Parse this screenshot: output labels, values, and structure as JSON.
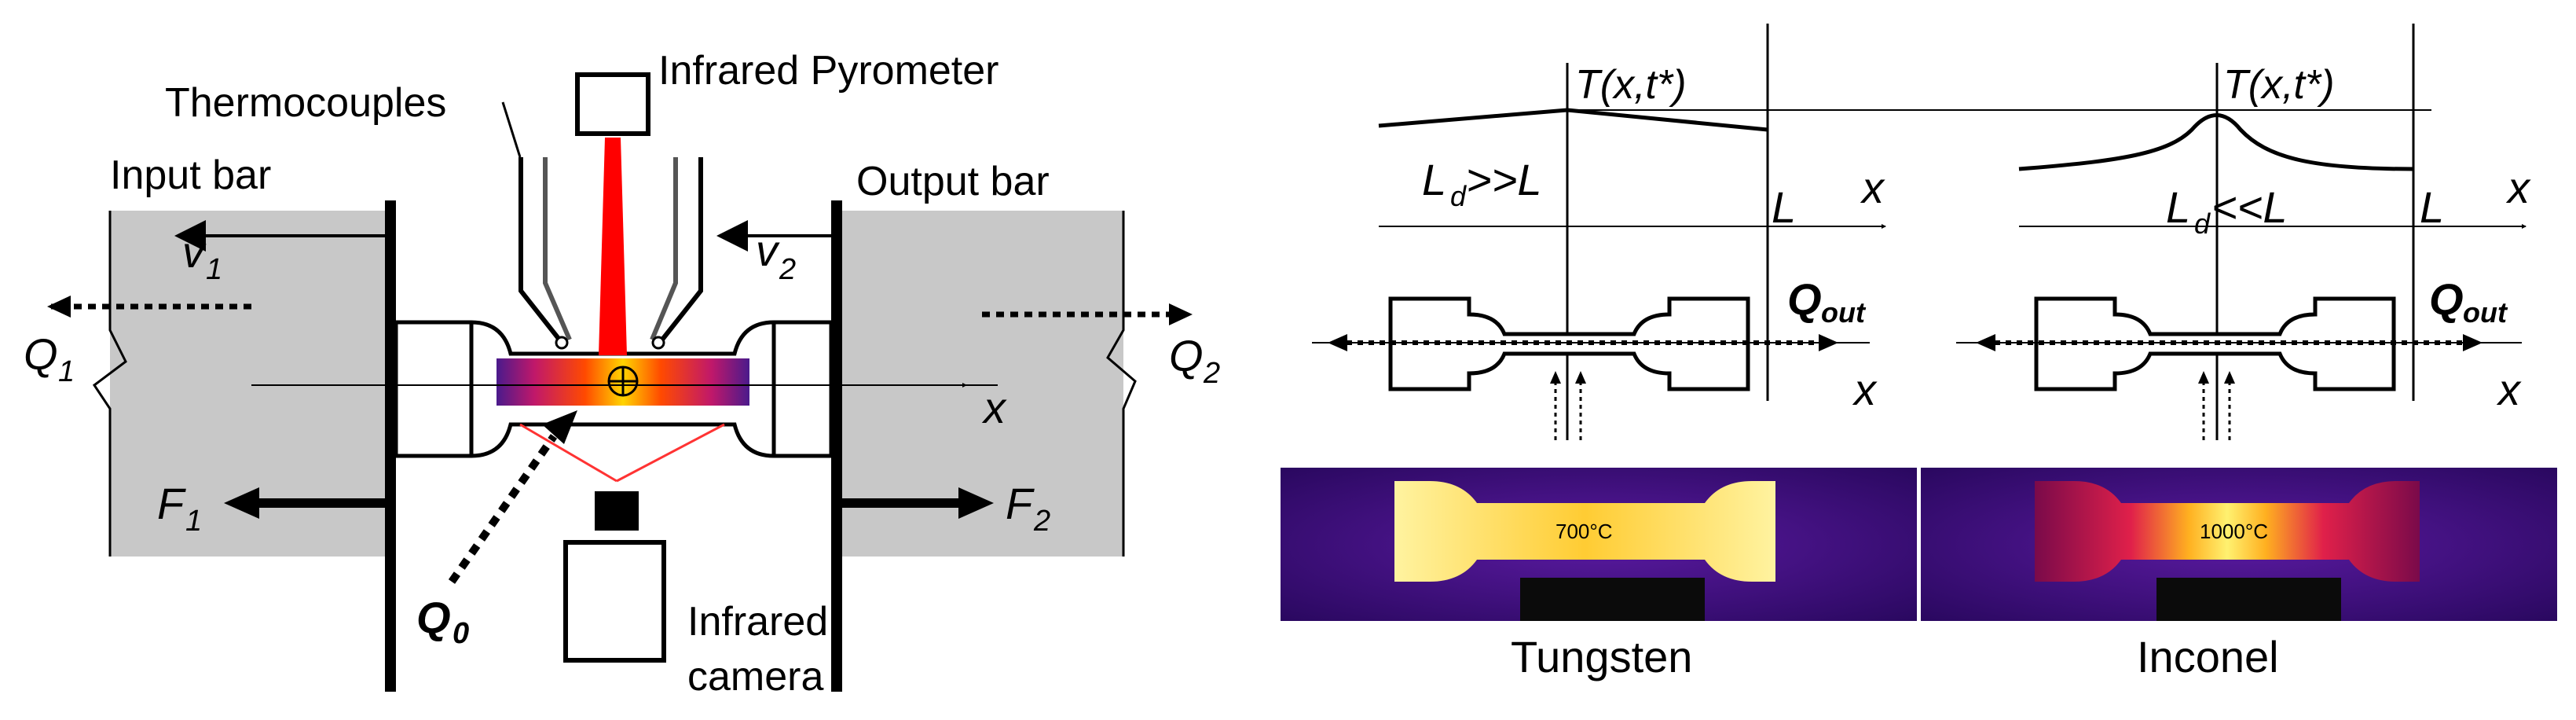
{
  "left_panel": {
    "labels": {
      "infrared_pyrometer": "Infrared Pyrometer",
      "thermocouples": "Thermocouples",
      "input_bar": "Input bar",
      "output_bar": "Output bar",
      "v1": "v",
      "v1_sub": "1",
      "v2": "v",
      "v2_sub": "2",
      "q1": "Q",
      "q1_sub": "1",
      "q2": "Q",
      "q2_sub": "2",
      "f1": "F",
      "f1_sub": "1",
      "f2": "F",
      "f2_sub": "2",
      "x_axis": "x",
      "q0": "Q",
      "q0_sub": "0",
      "infrared_camera_line1": "Infrared",
      "infrared_camera_line2": "camera"
    }
  },
  "right_panel": {
    "tungsten": {
      "profile_label": "T(x,t*)",
      "ld_main": "L",
      "ld_sub": "d",
      "ld_relation": ">>L",
      "length_label": "L",
      "x_label": "x",
      "q_main": "Q",
      "q_sub": "out",
      "specimen_x_label": "x",
      "temperature": "700°C",
      "material": "Tungsten"
    },
    "inconel": {
      "profile_label": "T(x,t*)",
      "ld_main": "L",
      "ld_sub": "d",
      "ld_relation": "<<L",
      "length_label": "L",
      "x_label": "x",
      "q_main": "Q",
      "q_sub": "out",
      "specimen_x_label": "x",
      "temperature": "1000°C",
      "material": "Inconel"
    }
  },
  "colors": {
    "bar_gray": "#c8c8c8",
    "pyrometer_beam": "#ff0000",
    "camera_ray": "#ff3333",
    "thermal_purple": "#3b0a6e",
    "thermal_hot": "#ffe24d"
  }
}
